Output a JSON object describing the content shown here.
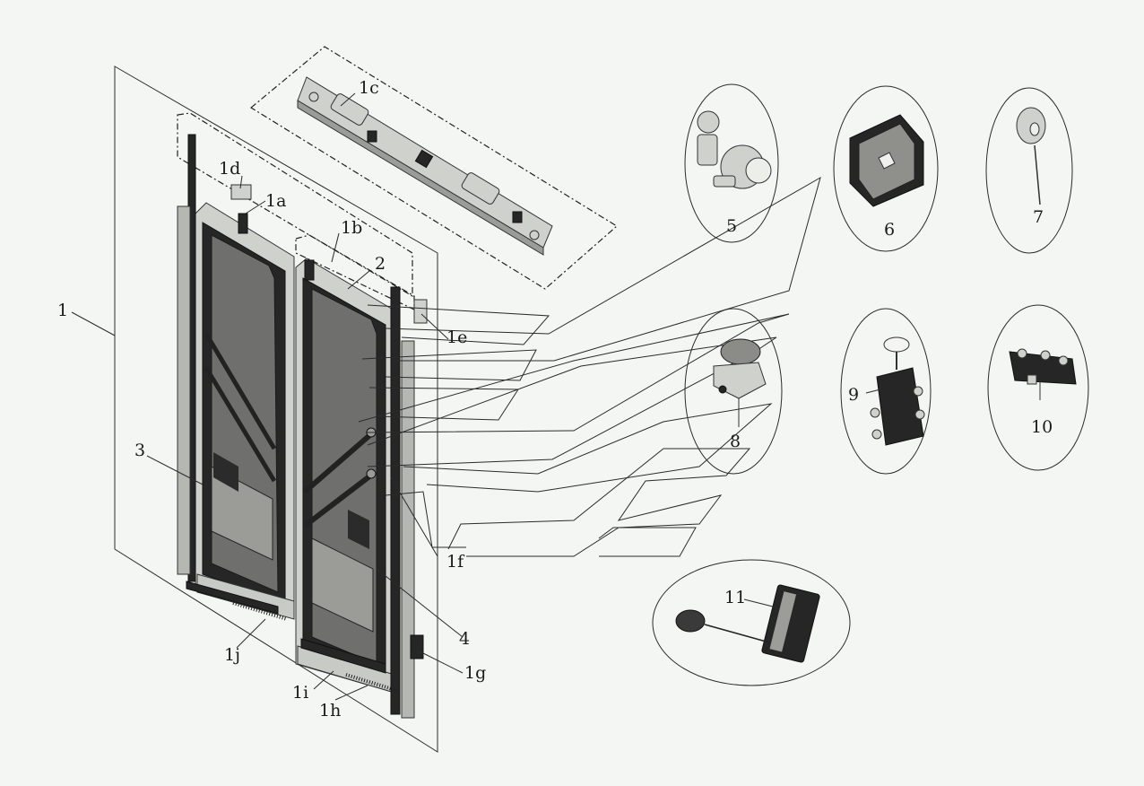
{
  "callouts": {
    "c1": "1",
    "c1a": "1a",
    "c1b": "1b",
    "c1c": "1c",
    "c1d": "1d",
    "c1e": "1e",
    "c1f": "1f",
    "c1g": "1g",
    "c1h": "1h",
    "c1i": "1i",
    "c1j": "1j",
    "c2": "2",
    "c3": "3",
    "c4": "4",
    "c5": "5",
    "c6": "6",
    "c7": "7",
    "c8": "8",
    "c9": "9",
    "c10": "10",
    "c11": "11"
  }
}
